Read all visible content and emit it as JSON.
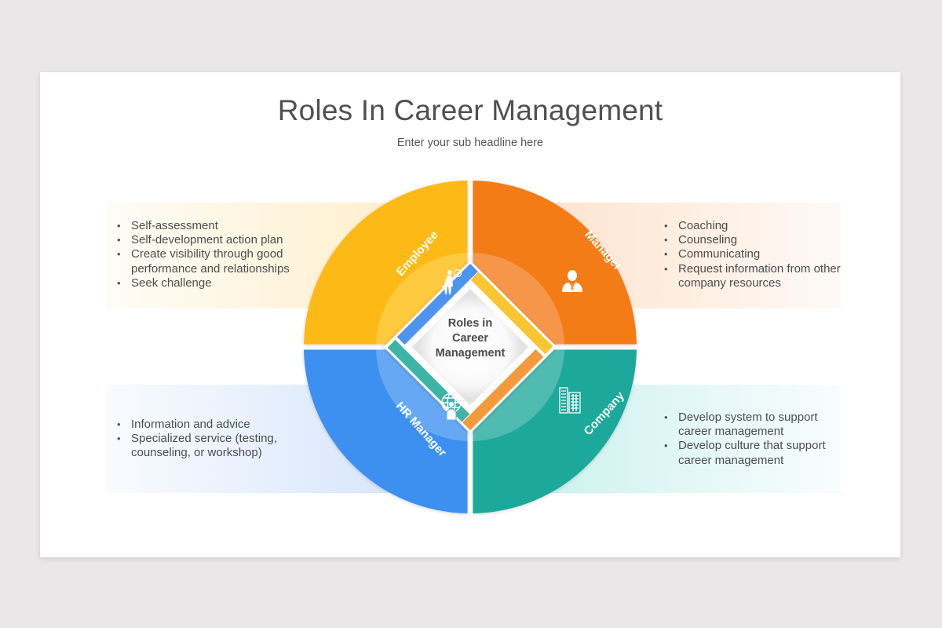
{
  "slide": {
    "title": "Roles In Career Management",
    "subtitle": "Enter your sub headline here"
  },
  "diagram": {
    "center_label_lines": [
      "Roles in",
      "Career",
      "Management"
    ],
    "segments": [
      {
        "label": "Employee",
        "icon": "businessman-clock-icon",
        "color": "#FDBA13",
        "inner_color": "#FDC93F",
        "bar_color": "#F9C531",
        "position": "top-left",
        "bullets": [
          "Self-assessment",
          "Self-development action plan",
          "Create visibility through good performance and relationships",
          "Seek challenge"
        ]
      },
      {
        "label": "Manager",
        "icon": "manager-person-icon",
        "color": "#F37B16",
        "inner_color": "#F5964A",
        "bar_color": "#F39A3D",
        "position": "top-right",
        "bullets": [
          "Coaching",
          "Counseling",
          "Communicating",
          "Request information from other company resources"
        ]
      },
      {
        "label": "HR Manager",
        "icon": "global-person-icon",
        "color": "#3D8FF0",
        "inner_color": "#66A8F3",
        "bar_color": "#4D94EF",
        "position": "bottom-left",
        "bullets": [
          "Information and advice",
          "Specialized service (testing, counseling, or workshop)"
        ]
      },
      {
        "label": "Company",
        "icon": "office-buildings-icon",
        "color": "#1BA89A",
        "inner_color": "#4FBAB0",
        "bar_color": "#3FB3A6",
        "position": "bottom-right",
        "bullets": [
          "Develop system to support career management",
          "Develop culture that support career management"
        ]
      }
    ]
  },
  "colors": {
    "background": "#E9E7E8",
    "slide": "#FFFFFF",
    "title": "#505050",
    "body_text": "#4D4D4D"
  }
}
